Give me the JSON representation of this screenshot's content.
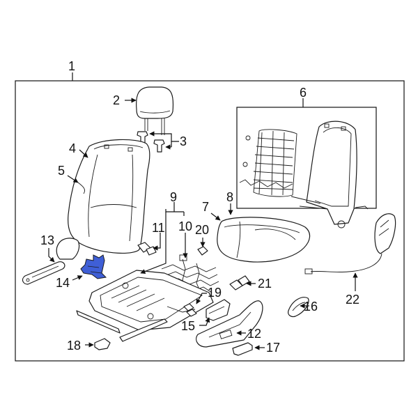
{
  "callouts": {
    "c1": "1",
    "c2": "2",
    "c3": "3",
    "c4": "4",
    "c5": "5",
    "c6": "6",
    "c7": "7",
    "c8": "8",
    "c9": "9",
    "c10": "10",
    "c11": "11",
    "c12": "12",
    "c13": "13",
    "c14": "14",
    "c15": "15",
    "c16": "16",
    "c17": "17",
    "c18": "18",
    "c19": "19",
    "c20": "20",
    "c21": "21",
    "c22": "22"
  },
  "colors": {
    "highlight_part": "#3f5fd6",
    "line": "#1a1a1a",
    "background": "#ffffff"
  }
}
